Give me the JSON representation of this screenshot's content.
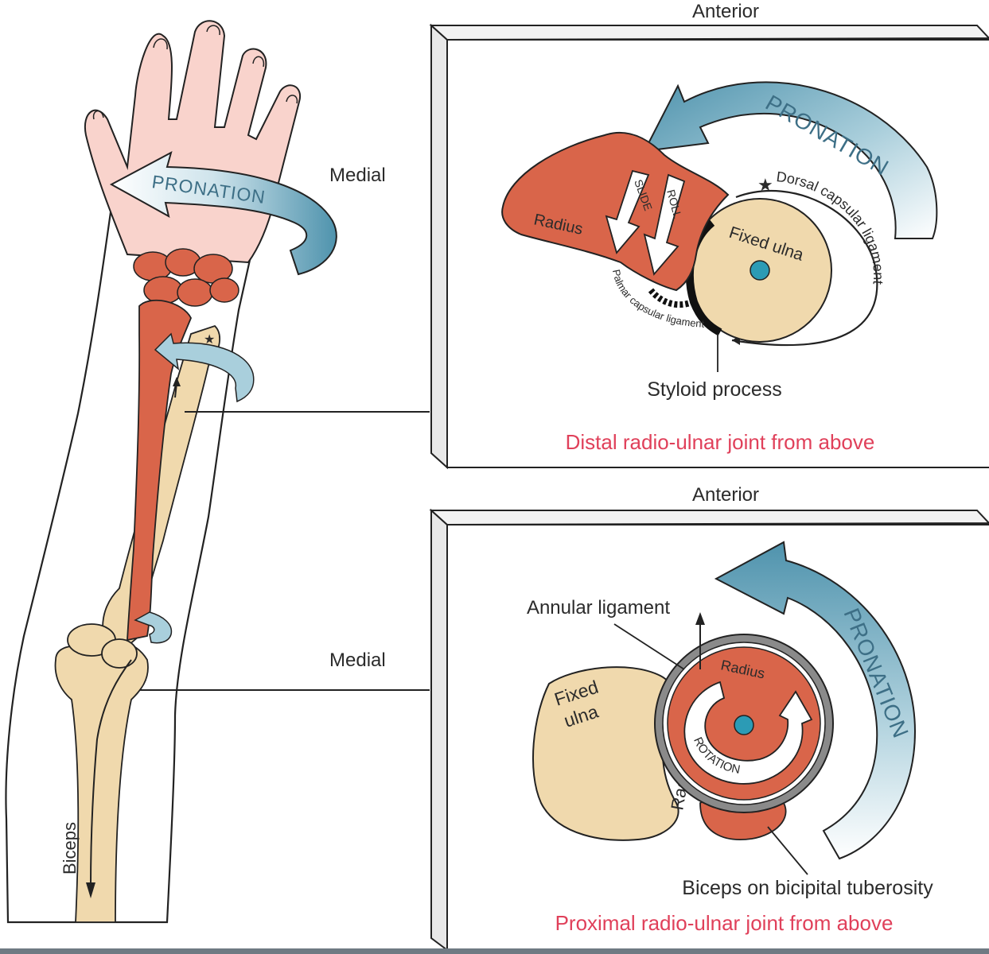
{
  "labels": {
    "anterior_top": "Anterior",
    "anterior_bottom": "Anterior",
    "medial_top": "Medial",
    "medial_bottom": "Medial",
    "pronation_hand": "PRONATION",
    "pronation_top": "PRONATION",
    "pronation_bottom": "PRONATION",
    "radius_top": "Radius",
    "slide": "SLIDE",
    "roll": "ROLL",
    "fixed_ulna_top": "Fixed ulna",
    "dorsal_capsular": "Dorsal capsular ligament",
    "palmar_capsular_ligament": "Palmar capsular ligament",
    "styloid_process": "Styloid process",
    "caption_top": "Distal radio-ulnar joint from above",
    "annular_ligament": "Annular ligament",
    "radius_bottom": "Radius",
    "fixed_ulna_bottom_1": "Fixed",
    "fixed_ulna_bottom_2": "ulna",
    "radial_notch": "Radial notch",
    "rotation": "ROTATION",
    "biceps_tuberosity": "Biceps on bicipital tuberosity",
    "caption_bottom": "Proximal radio-ulnar joint from above",
    "biceps": "Biceps",
    "star": "★"
  },
  "colors": {
    "bone_radius": "#d9654a",
    "bone_ulna": "#f0d9ad",
    "skin_hand": "#f9d3cc",
    "arrow_blue": "#5f9fb7",
    "caption_red": "#e0405a",
    "hub": "#2c9bb5"
  }
}
